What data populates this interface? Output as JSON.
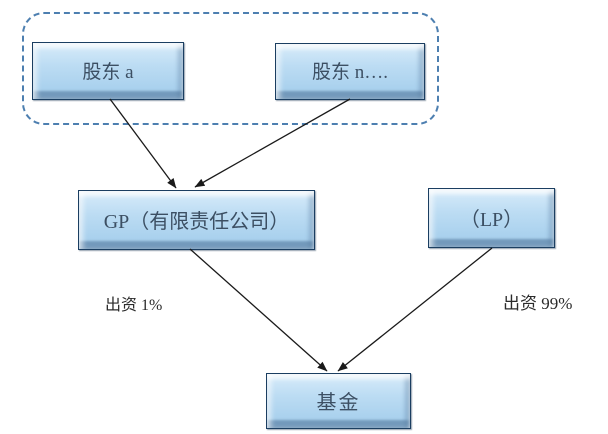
{
  "nodes": {
    "shareholder_a": {
      "label": "股东 a"
    },
    "shareholder_n": {
      "label": "股东 n…."
    },
    "gp": {
      "label": "GP（有限责任公司）"
    },
    "lp": {
      "label": "（LP）"
    },
    "fund": {
      "label": "基金"
    }
  },
  "groups": {
    "shareholders": {
      "contains": [
        "shareholder_a",
        "shareholder_n"
      ],
      "border_style": "dashed-rounded"
    }
  },
  "edges": [
    {
      "from": "shareholder_a",
      "to": "gp",
      "label": ""
    },
    {
      "from": "shareholder_n",
      "to": "gp",
      "label": ""
    },
    {
      "from": "gp",
      "to": "fund",
      "label": "出资 1%"
    },
    {
      "from": "lp",
      "to": "fund",
      "label": "出资 99%"
    }
  ],
  "colors": {
    "node_fill": "#b7daf2",
    "node_fill_highlight": "#d8ecfa",
    "node_border": "#1b3e61",
    "node_text": "#3c4f63",
    "group_border": "#4d7fb0",
    "edge_line": "#1a1a1a",
    "edge_label_text": "#2b2b2b",
    "background": "#ffffff"
  }
}
